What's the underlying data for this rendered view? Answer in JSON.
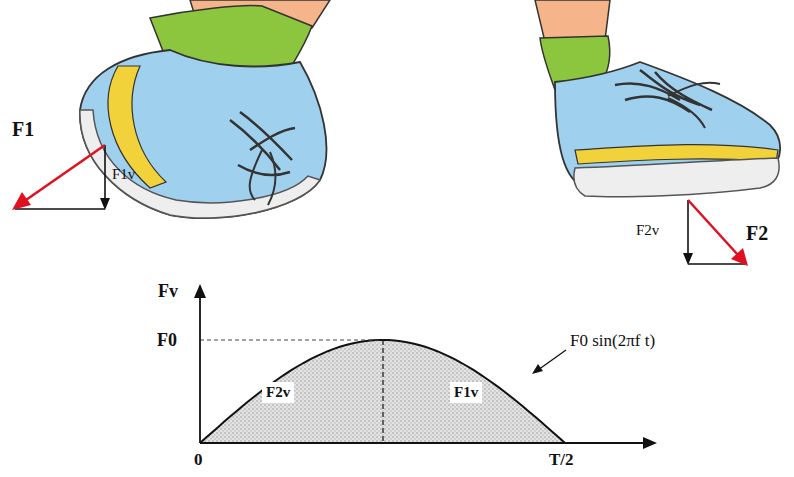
{
  "diagram": {
    "labels": [
      "F1",
      "F1v",
      "F2v",
      "F2",
      "Fv",
      "F0",
      "F0 sin(2πf t)",
      "F2v",
      "F1v",
      "0",
      "T/2"
    ]
  }
}
